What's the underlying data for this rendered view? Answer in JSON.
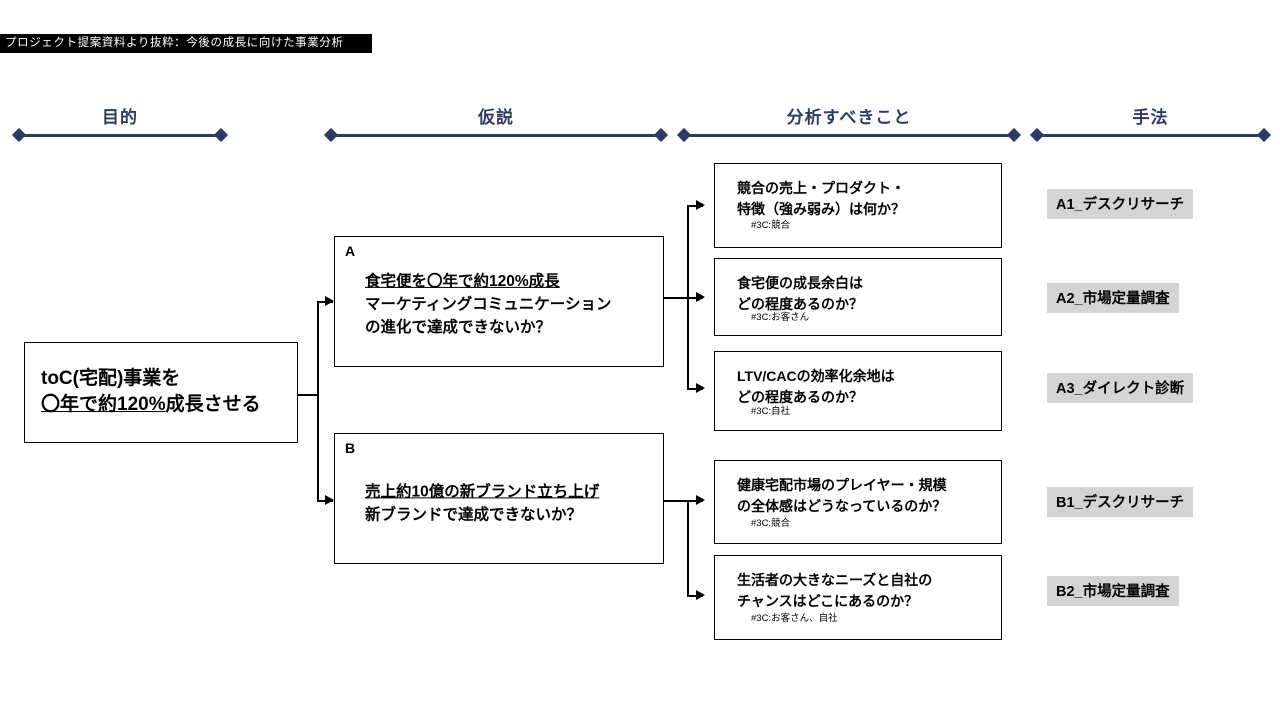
{
  "slide": {
    "banner": "プロジェクト提案資料より抜粋：今後の成長に向けた事業分析",
    "accent_color": "#2e3a66",
    "highlight_color": "#d4d4d4"
  },
  "columns": [
    {
      "label": "目的"
    },
    {
      "label": "仮説"
    },
    {
      "label": "分析すべきこと"
    },
    {
      "label": "手法"
    }
  ],
  "goal": {
    "line1": "toC(宅配)事業を",
    "line2_underlined": "〇年で約120%",
    "line2_rest": "成長させる"
  },
  "hypotheses": [
    {
      "label": "A",
      "line1_underlined": "食宅便を〇年で約120%成長",
      "line2": "マーケティングコミュニケーション",
      "line3": "の進化で達成できないか？"
    },
    {
      "label": "B",
      "line1_underlined": "売上約10億の新ブランド立ち上げ",
      "line2": "新ブランドで達成できないか？",
      "line3": ""
    }
  ],
  "analyses": [
    {
      "line1": "競合の売上・プロダクト・",
      "line2": "特徴（強み弱み）は何か？",
      "tag": "#3C:競合"
    },
    {
      "line1": "食宅便の成長余白は",
      "line2": "どの程度あるのか？",
      "tag": "#3C:お客さん"
    },
    {
      "line1": "LTV/CACの効率化余地は",
      "line2": "どの程度あるのか？",
      "tag": "#3C:自社"
    },
    {
      "line1": "健康宅配市場のプレイヤー・規模",
      "line2": "の全体感はどうなっているのか？",
      "tag": "#3C:競合"
    },
    {
      "line1": "生活者の大きなニーズと自社の",
      "line2": "チャンスはどこにあるのか？",
      "tag": "#3C:お客さん、自社"
    }
  ],
  "methods": [
    {
      "label": "A1_デスクリサーチ"
    },
    {
      "label": "A2_市場定量調査"
    },
    {
      "label": "A3_ダイレクト診断"
    },
    {
      "label": "B1_デスクリサーチ"
    },
    {
      "label": "B2_市場定量調査"
    }
  ]
}
